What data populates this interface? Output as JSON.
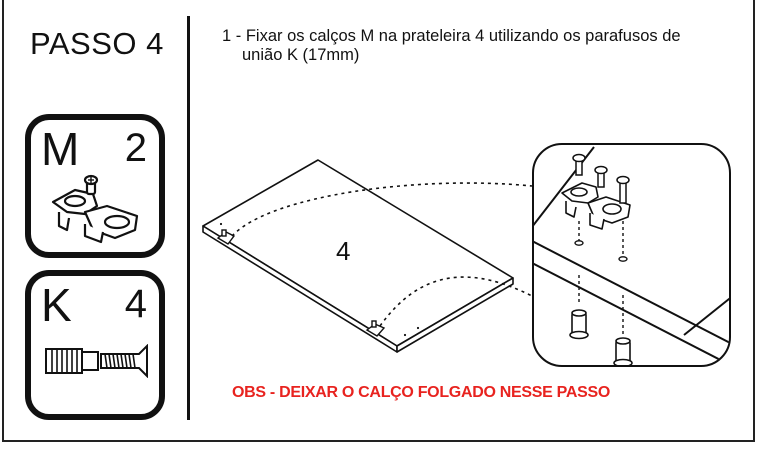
{
  "step": {
    "title": "PASSO 4"
  },
  "instruction": {
    "line1": "1 - Fixar os calços M na prateleira 4 utilizando os parafusos de",
    "line2": "união K (17mm)"
  },
  "parts": [
    {
      "letter": "M",
      "quantity": "2",
      "icon": "shelf-support-bracket-icon"
    },
    {
      "letter": "K",
      "quantity": "4",
      "icon": "connector-screw-icon"
    }
  ],
  "diagram": {
    "shelf_label": "4"
  },
  "note": {
    "text": "OBS - DEIXAR O CALÇO FOLGADO NESSE PASSO",
    "color": "#e8231f"
  }
}
